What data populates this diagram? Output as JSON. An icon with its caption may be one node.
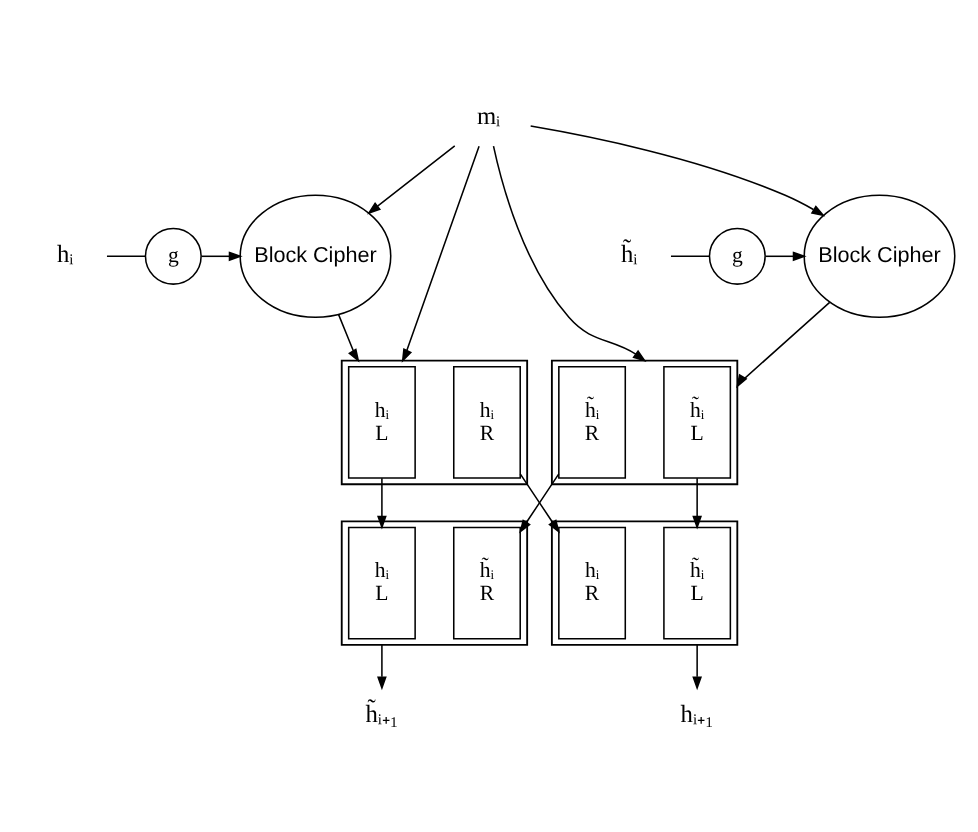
{
  "diagram": {
    "nodes": [
      {
        "text": [
          "hᵢ"
        ]
      },
      {
        "text": [
          "g"
        ]
      },
      {
        "text": [
          "Block Cipher"
        ]
      },
      {
        "text": [
          "mᵢ"
        ]
      },
      {
        "text": [
          "Block Cipher"
        ]
      },
      {
        "text": [
          "g"
        ]
      },
      {
        "text": [
          "h̃ᵢ"
        ]
      },
      {
        "text": [],
        "shape": "box"
      },
      {
        "text": [
          "hᵢ",
          "L"
        ],
        "in": 7
      },
      {
        "text": [
          "hᵢ",
          "R"
        ],
        "in": 7
      },
      {
        "text": [],
        "shape": "box"
      },
      {
        "text": [
          "h̃ᵢ",
          "L"
        ],
        "in": 10
      },
      {
        "text": [
          "h̃ᵢ",
          "R"
        ],
        "in": 10
      },
      {
        "text": [],
        "shape": "box"
      },
      {
        "text": [
          "hᵢ",
          "L"
        ],
        "in": 13
      },
      {
        "text": [
          "h̃ᵢ",
          "R"
        ],
        "in": 13
      },
      {
        "text": [],
        "shape": "box"
      },
      {
        "text": [
          "h̃ᵢ",
          "L"
        ],
        "in": 16
      },
      {
        "text": [
          "hᵢ",
          "R"
        ],
        "in": 16
      },
      {
        "text": [
          "h̃ᵢ₊₁"
        ]
      },
      {
        "text": [
          "hᵢ₊₁"
        ]
      }
    ],
    "edges": [
      {
        "from": 0,
        "to": 1,
        "arrow": "none"
      },
      {
        "from": 1,
        "to": 2,
        "arrow": "to"
      },
      {
        "from": 3,
        "to": 2,
        "arrow": "to"
      },
      {
        "from": 3,
        "to": 7,
        "arrow": "to"
      },
      {
        "from": 3,
        "to": 4,
        "arrow": "to"
      },
      {
        "from": 3,
        "to": 10,
        "arrow": "to"
      },
      {
        "from": 6,
        "to": 5,
        "arrow": "none"
      },
      {
        "from": 5,
        "to": 4,
        "arrow": "to"
      },
      {
        "from": 2,
        "to": 7,
        "arrow": "to"
      },
      {
        "from": 4,
        "to": 10,
        "arrow": "to"
      },
      {
        "from": 8,
        "to": 14,
        "arrow": "to"
      },
      {
        "from": 9,
        "to": 18,
        "arrow": "to"
      },
      {
        "from": 12,
        "to": 15,
        "arrow": "to"
      },
      {
        "from": 11,
        "to": 17,
        "arrow": "to"
      },
      {
        "from": 13,
        "to": 19,
        "arrow": "to"
      },
      {
        "from": 16,
        "to": 20,
        "arrow": "to"
      }
    ]
  }
}
